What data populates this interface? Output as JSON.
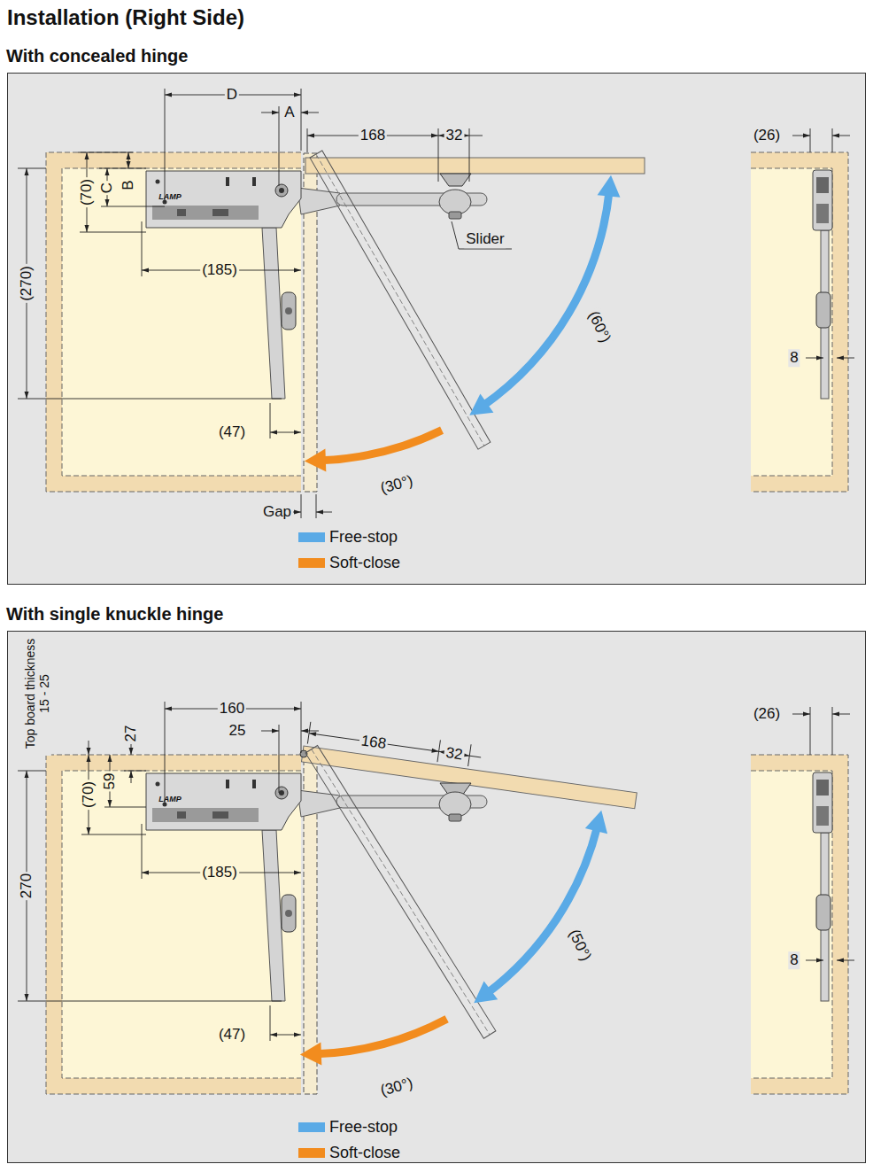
{
  "diagram": {
    "title": "Installation (Right Side)",
    "nodes": [
      {
        "text": [
          "With concealed hinge"
        ]
      },
      {
        "text": [
          "With single knuckle hinge"
        ]
      }
    ],
    "labels": [
      "D",
      "A",
      "168",
      "32",
      "(26)",
      "B",
      "C",
      "(70)",
      "(270)",
      "(185)",
      "Slider",
      "(60°)",
      "8",
      "(47)",
      "(30°)",
      "Gap",
      "LAMP",
      "Top board thickness 15 - 25",
      "160",
      "25",
      "168",
      "32",
      "(26)",
      "27",
      "(70)",
      "59",
      "270",
      "(185)",
      "LAMP",
      "(50°)",
      "8",
      "(47)",
      "(30°)"
    ],
    "legend": [
      {
        "text": "Free-stop",
        "color": "#5aaae6"
      },
      {
        "text": "Soft-close",
        "color": "#f28c1e"
      },
      {
        "text": "Free-stop",
        "color": "#5aaae6"
      },
      {
        "text": "Soft-close",
        "color": "#f28c1e"
      }
    ]
  }
}
